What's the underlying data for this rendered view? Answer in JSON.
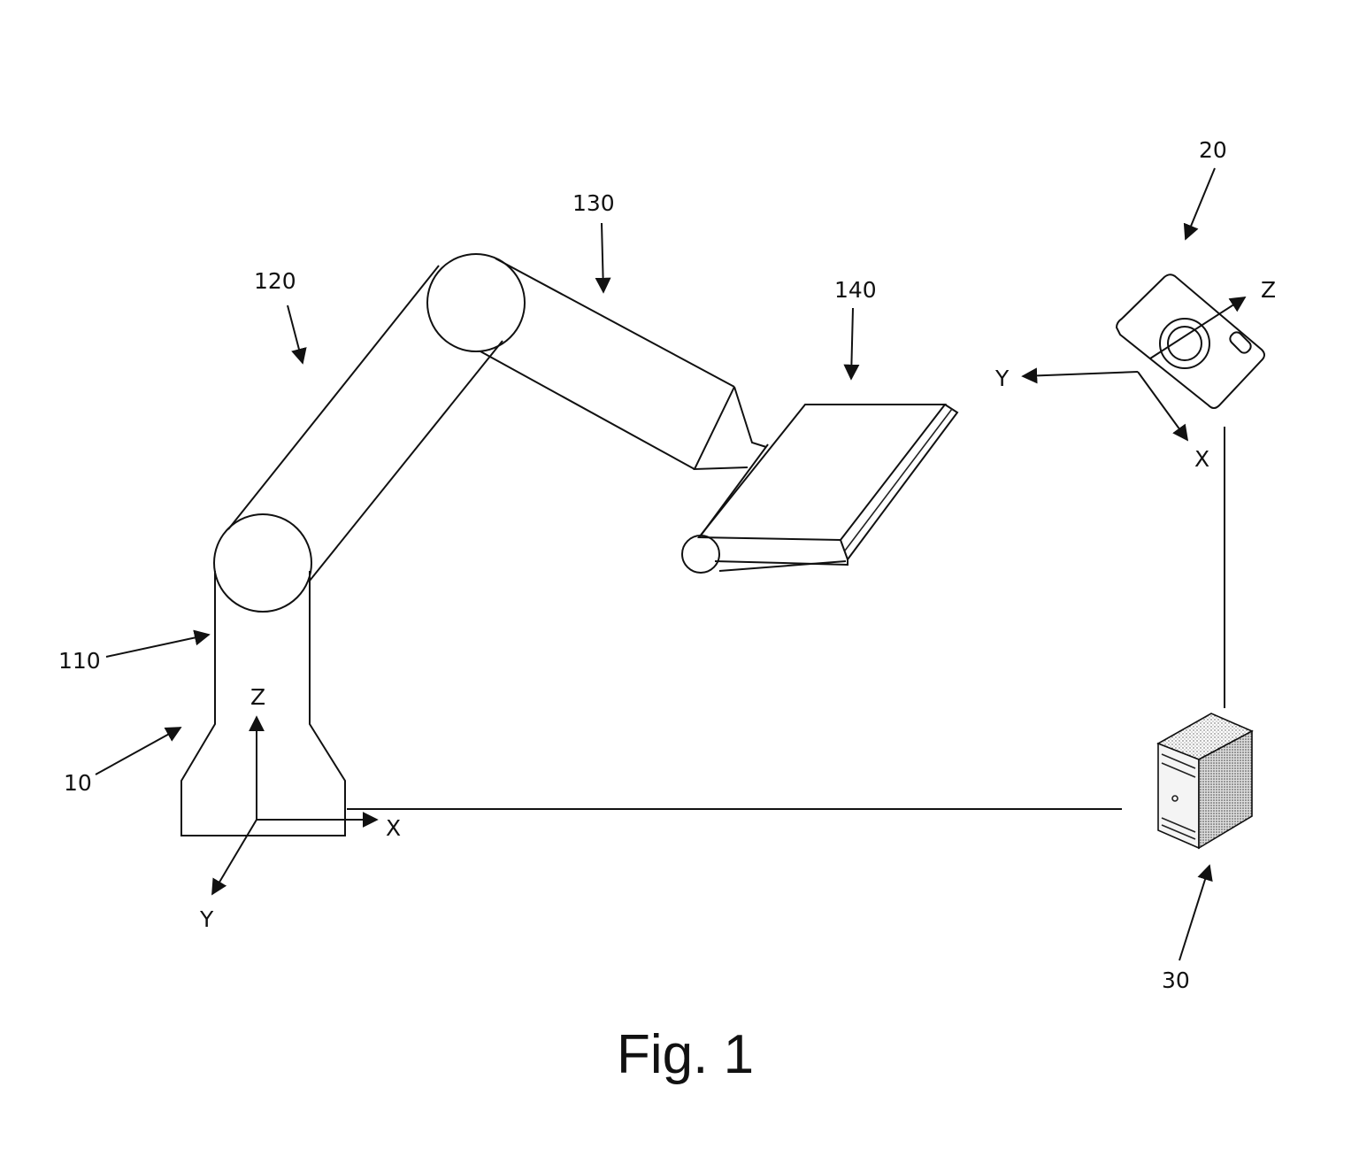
{
  "caption": "Fig. 1",
  "labels": {
    "robot": "10",
    "base_link": "110",
    "upper_arm": "120",
    "forearm": "130",
    "end_effector_plate": "140",
    "camera": "20",
    "computer": "30"
  },
  "robot_axes": {
    "x": "X",
    "y": "Y",
    "z": "Z"
  },
  "camera_axes": {
    "x": "X",
    "y": "Y",
    "z": "Z"
  },
  "colors": {
    "line": "#111111",
    "background": "#ffffff"
  }
}
